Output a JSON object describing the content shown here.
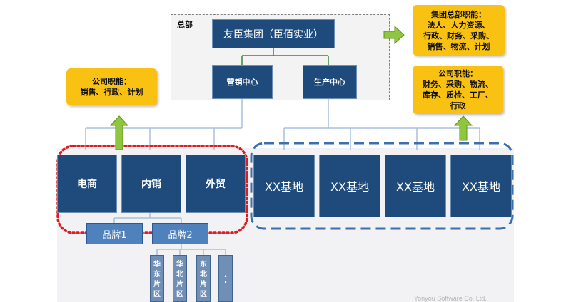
{
  "hq": {
    "label": "总部",
    "group": "友臣集团（臣佰实业）",
    "sales_center": "营销中心",
    "production_center": "生产中心"
  },
  "callouts": {
    "company_left": [
      "公司职能：",
      "销售、行政、计划"
    ],
    "hq_functions": [
      "集团总部职能：",
      "法人、人力资源、",
      "行政、财务、采购、",
      "销售、物流、计划"
    ],
    "company_right": [
      "公司职能：",
      "财务、采购、物流、",
      "库存、质检、工厂、",
      "行政"
    ]
  },
  "channels": [
    "电商",
    "内销",
    "外贸"
  ],
  "bases": [
    "XX基地",
    "XX基地",
    "XX基地",
    "XX基地"
  ],
  "brands": [
    "品牌1",
    "品牌2"
  ],
  "regions": [
    "华\n东\n片\n区",
    "华\n北\n片\n区",
    "东\n北\n片\n区",
    ".\n."
  ],
  "watermark": "Yonyou Software Co.,Ltd.",
  "colors": {
    "box_fill": "#1f4a7c",
    "callout_fill": "#f9c213",
    "arrow_green": "#8dc63f",
    "red_dotted": "#e01b22",
    "blue_dashed": "#3d6fae"
  }
}
